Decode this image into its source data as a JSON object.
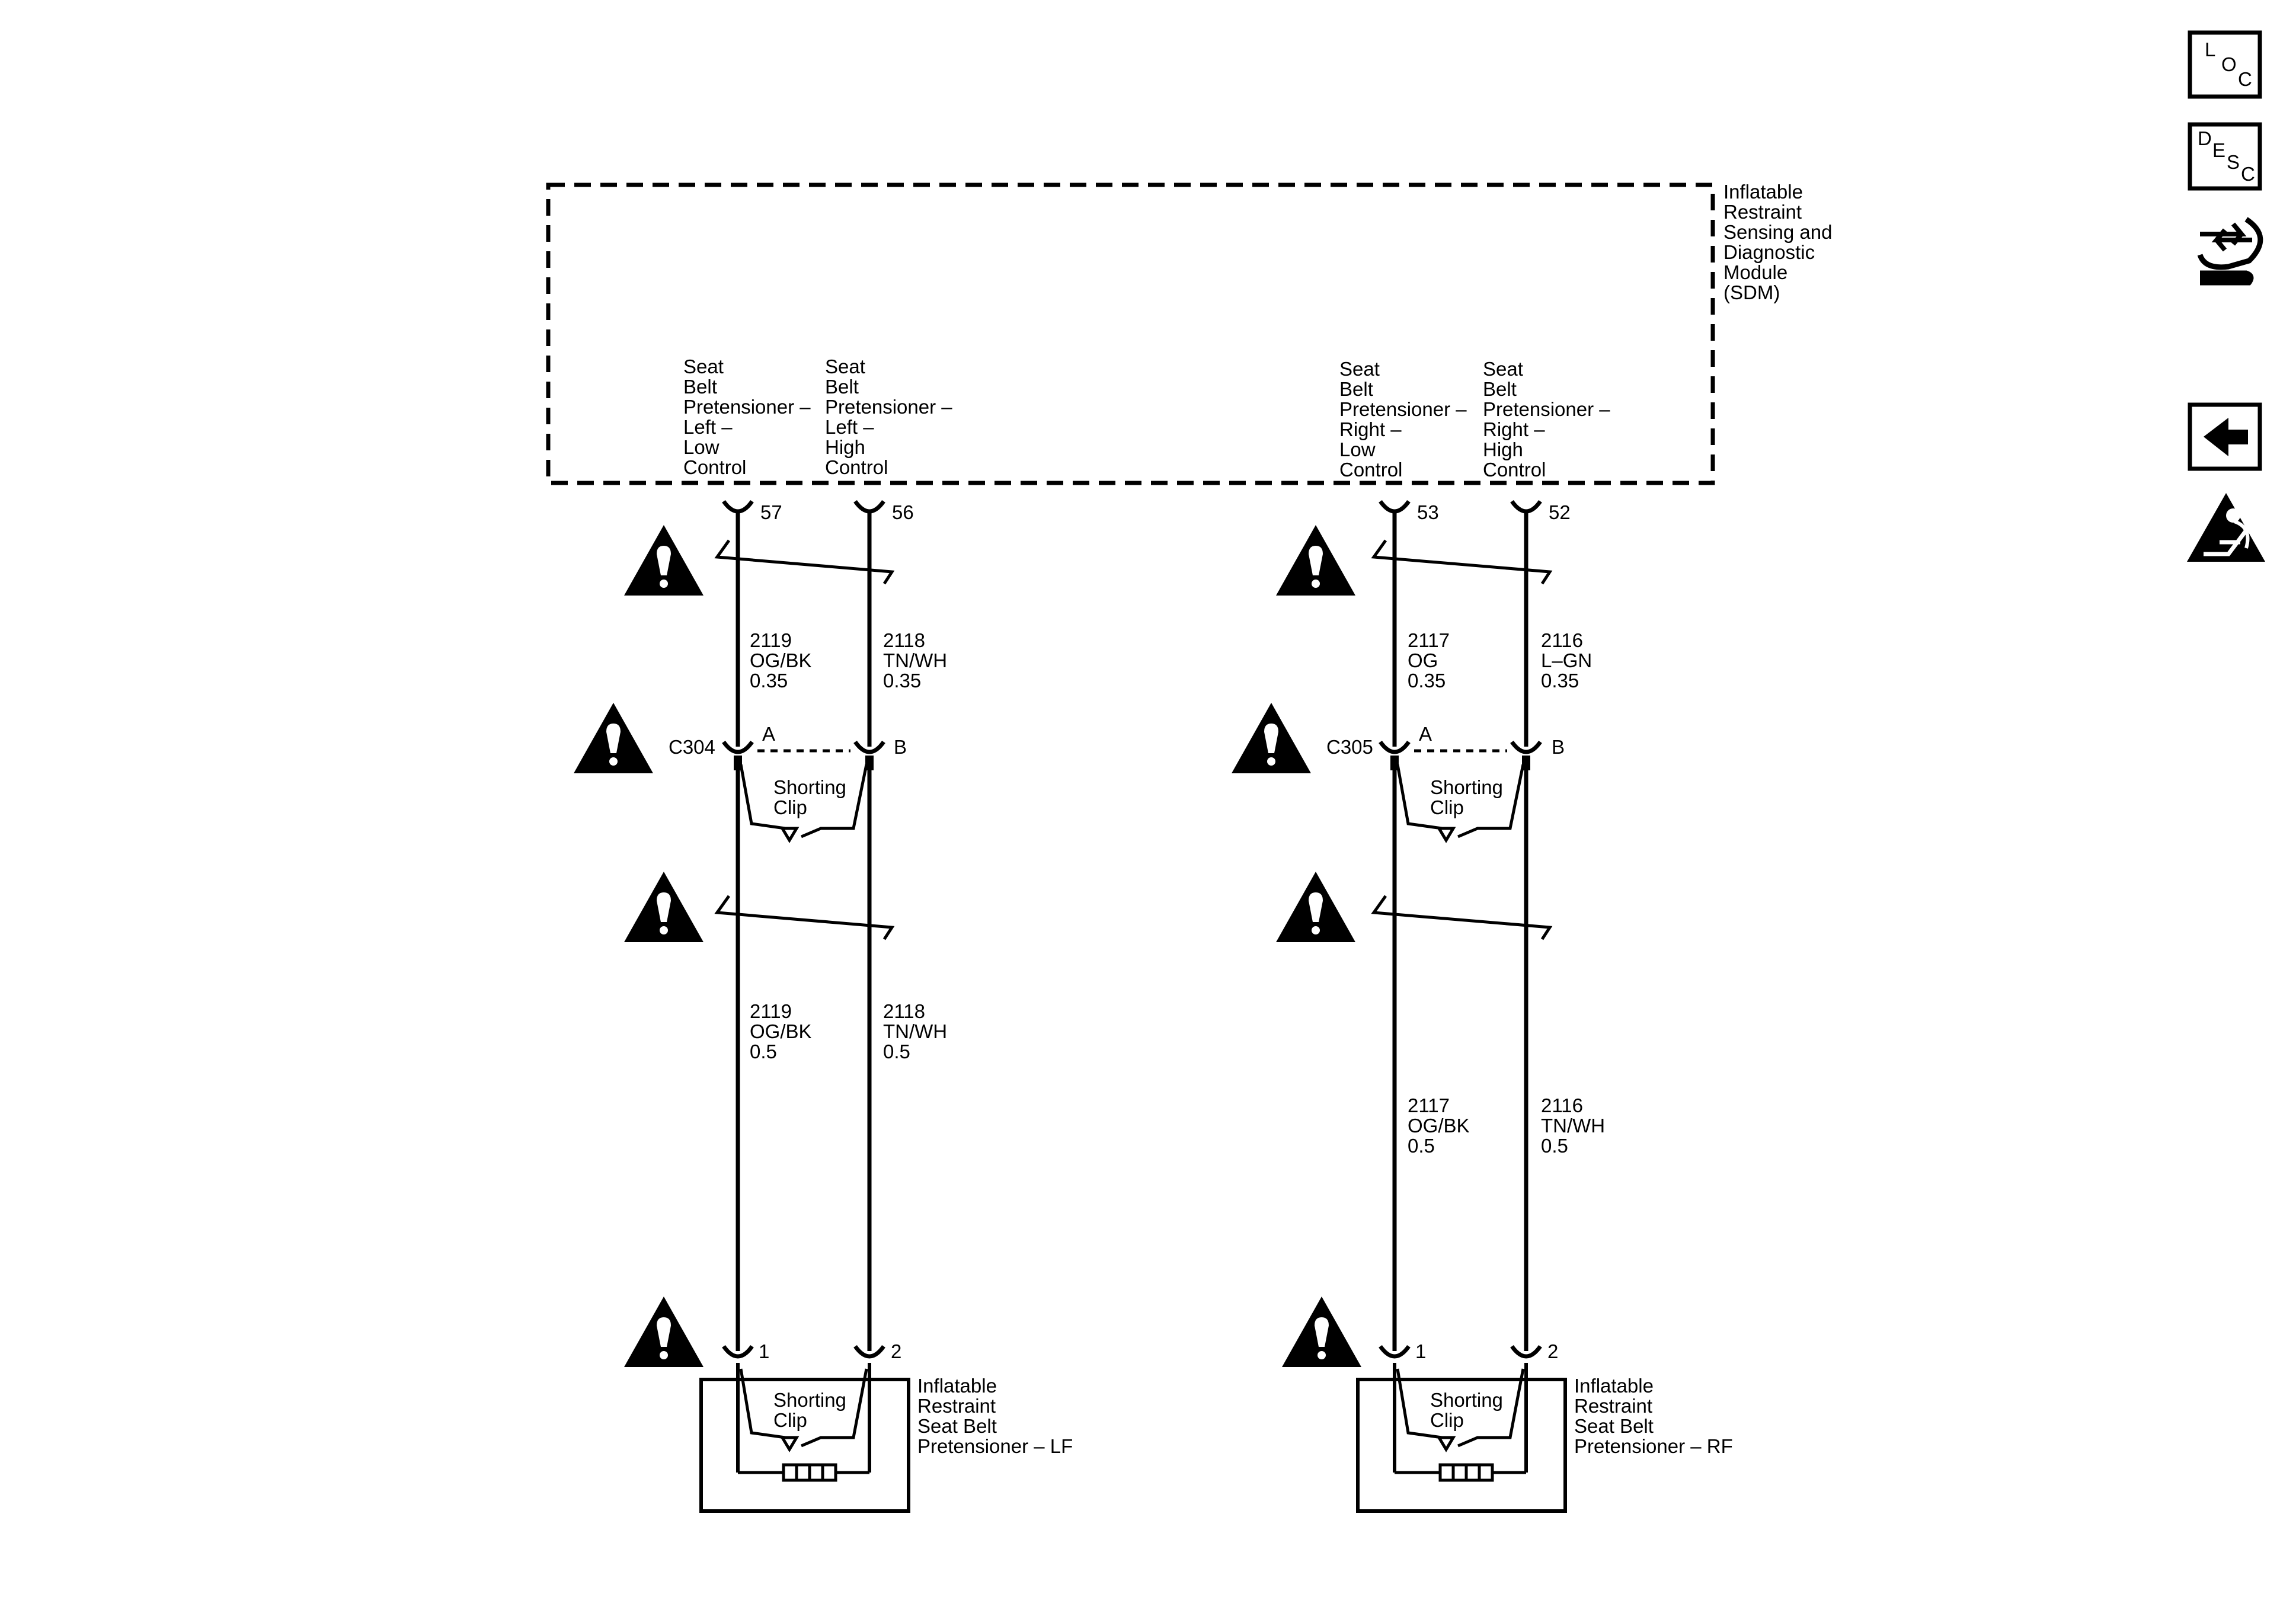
{
  "module": {
    "name_lines": [
      "Inflatable",
      "Restraint",
      "Sensing and",
      "Diagnostic",
      "Module",
      "(SDM)"
    ],
    "pins": [
      {
        "label_lines": [
          "Seat",
          "Belt",
          "Pretensioner –",
          "Left –",
          "Low",
          "Control"
        ],
        "pin": "57"
      },
      {
        "label_lines": [
          "Seat",
          "Belt",
          "Pretensioner –",
          "Left –",
          "High",
          "Control"
        ],
        "pin": "56"
      },
      {
        "label_lines": [
          "Seat",
          "Belt",
          "Pretensioner –",
          "Right –",
          "Low",
          "Control"
        ],
        "pin": "53"
      },
      {
        "label_lines": [
          "Seat",
          "Belt",
          "Pretensioner –",
          "Right –",
          "High",
          "Control"
        ],
        "pin": "52"
      }
    ]
  },
  "wires_upper": [
    {
      "lines": [
        "2119",
        "OG/BK",
        "0.35"
      ]
    },
    {
      "lines": [
        "2118",
        "TN/WH",
        "0.35"
      ]
    },
    {
      "lines": [
        "2117",
        "OG",
        "0.35"
      ]
    },
    {
      "lines": [
        "2116",
        "L–GN",
        "0.35"
      ]
    }
  ],
  "wires_lower": [
    {
      "lines": [
        "2119",
        "OG/BK",
        "0.5"
      ]
    },
    {
      "lines": [
        "2118",
        "TN/WH",
        "0.5"
      ]
    },
    {
      "lines": [
        "2117",
        "OG/BK",
        "0.5"
      ]
    },
    {
      "lines": [
        "2116",
        "TN/WH",
        "0.5"
      ]
    }
  ],
  "connectors": [
    {
      "name": "C304",
      "pin_a": "A",
      "pin_b": "B",
      "shorting_clip_lines": [
        "Shorting",
        "Clip"
      ]
    },
    {
      "name": "C305",
      "pin_a": "A",
      "pin_b": "B",
      "shorting_clip_lines": [
        "Shorting",
        "Clip"
      ]
    }
  ],
  "pretensioners": [
    {
      "pin_1": "1",
      "pin_2": "2",
      "shorting_clip_lines": [
        "Shorting",
        "Clip"
      ],
      "name_lines": [
        "Inflatable",
        "Restraint",
        "Seat Belt",
        "Pretensioner – LF"
      ]
    },
    {
      "pin_1": "1",
      "pin_2": "2",
      "shorting_clip_lines": [
        "Shorting",
        "Clip"
      ],
      "name_lines": [
        "Inflatable",
        "Restraint",
        "Seat Belt",
        "Pretensioner – RF"
      ]
    }
  ],
  "nav": {
    "loc": {
      "l": "L",
      "o": "O",
      "c": "C"
    },
    "desc": {
      "d": "D",
      "e": "E",
      "s": "S",
      "c": "C"
    },
    "icons": [
      "connector-end-view-icon",
      "back-arrow-icon",
      "airbag-caution-icon"
    ]
  },
  "warning_icon": "caution-triangle-icon"
}
